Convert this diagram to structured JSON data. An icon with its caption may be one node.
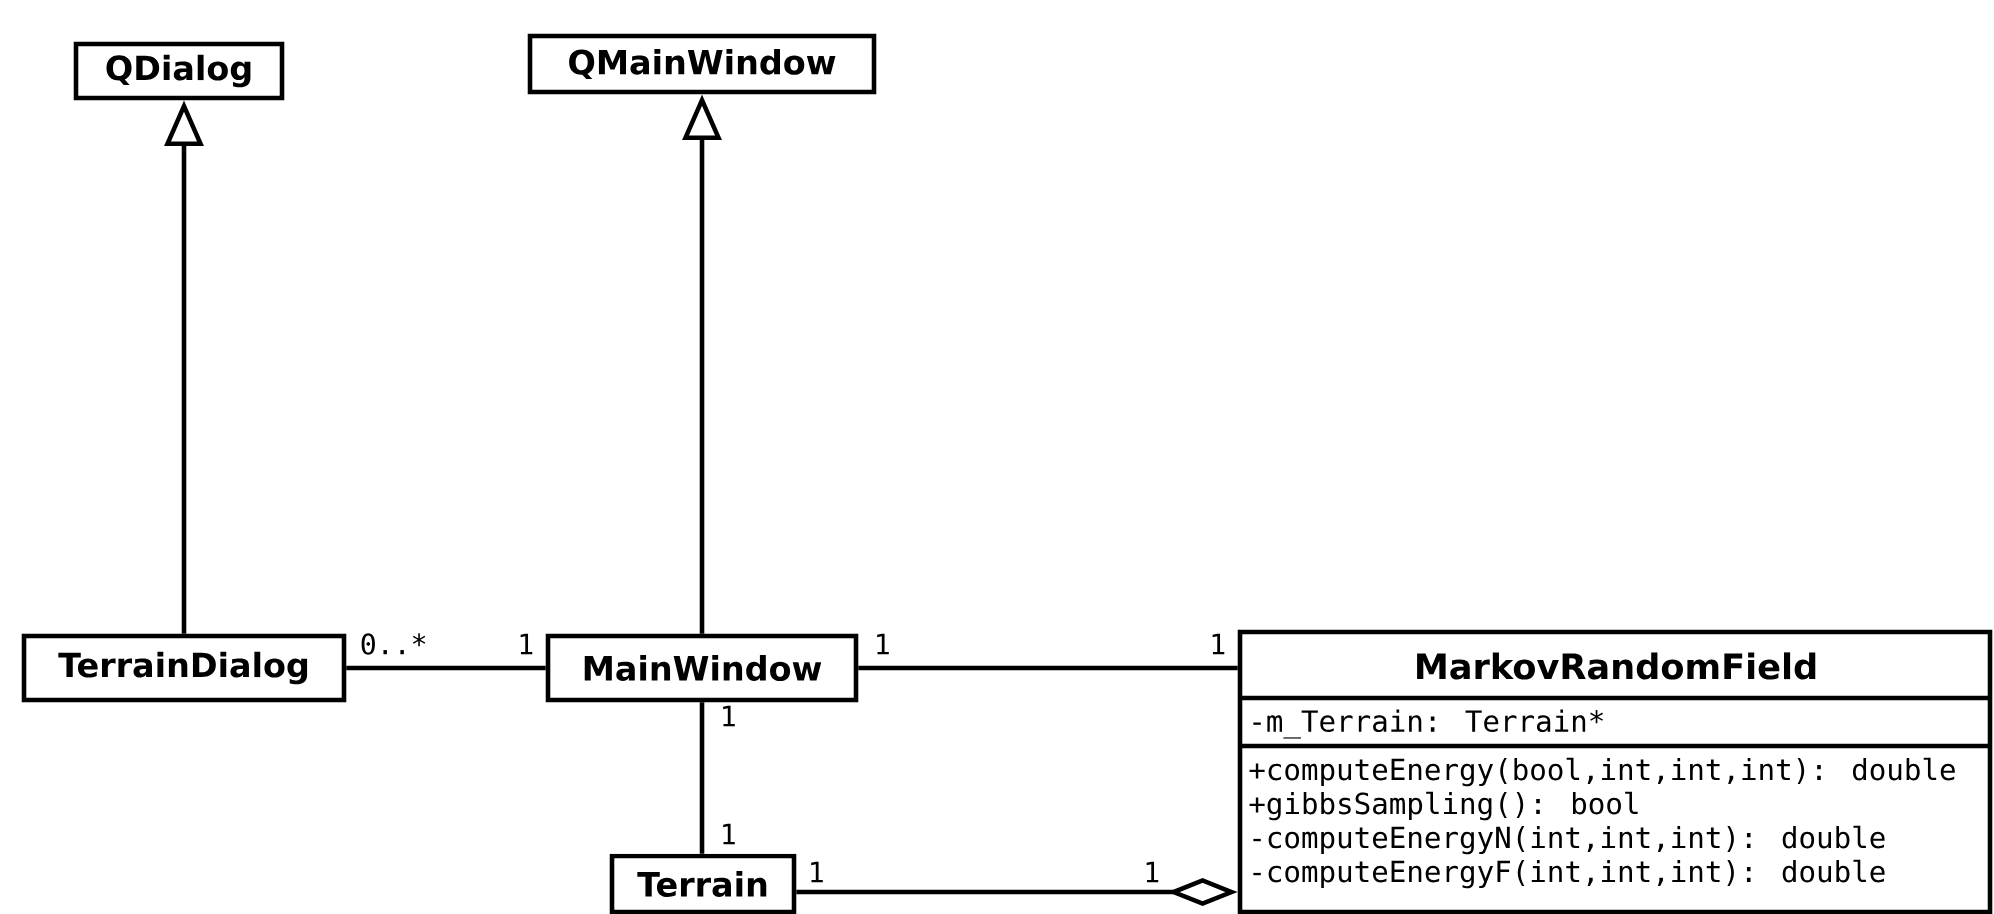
{
  "diagram": {
    "nodes": [
      {
        "text": [
          "QDialog"
        ]
      },
      {
        "text": [
          "QMainWindow"
        ]
      },
      {
        "text": [
          "TerrainDialog"
        ]
      },
      {
        "text": [
          "MainWindow"
        ]
      },
      {
        "text": [
          "Terrain"
        ]
      },
      {
        "text": [
          "MarkovRandomField",
          "-m_Terrain: Terrain*",
          "+computeEnergy(bool,int,int,int): double",
          "+gibbsSampling(): bool",
          "-computeEnergyN(int,int,int): double",
          "-computeEnergyF(int,int,int): double"
        ]
      }
    ],
    "edges": [
      {
        "from": 2,
        "to": 0,
        "arrow": "to"
      },
      {
        "from": 3,
        "to": 1,
        "arrow": "to"
      },
      {
        "from": 2,
        "to": 3,
        "arrow": "none"
      },
      {
        "from": 3,
        "to": 5,
        "arrow": "none"
      },
      {
        "from": 3,
        "to": 4,
        "arrow": "none"
      },
      {
        "from": 4,
        "to": 5,
        "arrow": "other"
      }
    ],
    "labels": [
      "0..*",
      "1",
      "1",
      "1",
      "1",
      "1",
      "1",
      "1"
    ]
  }
}
